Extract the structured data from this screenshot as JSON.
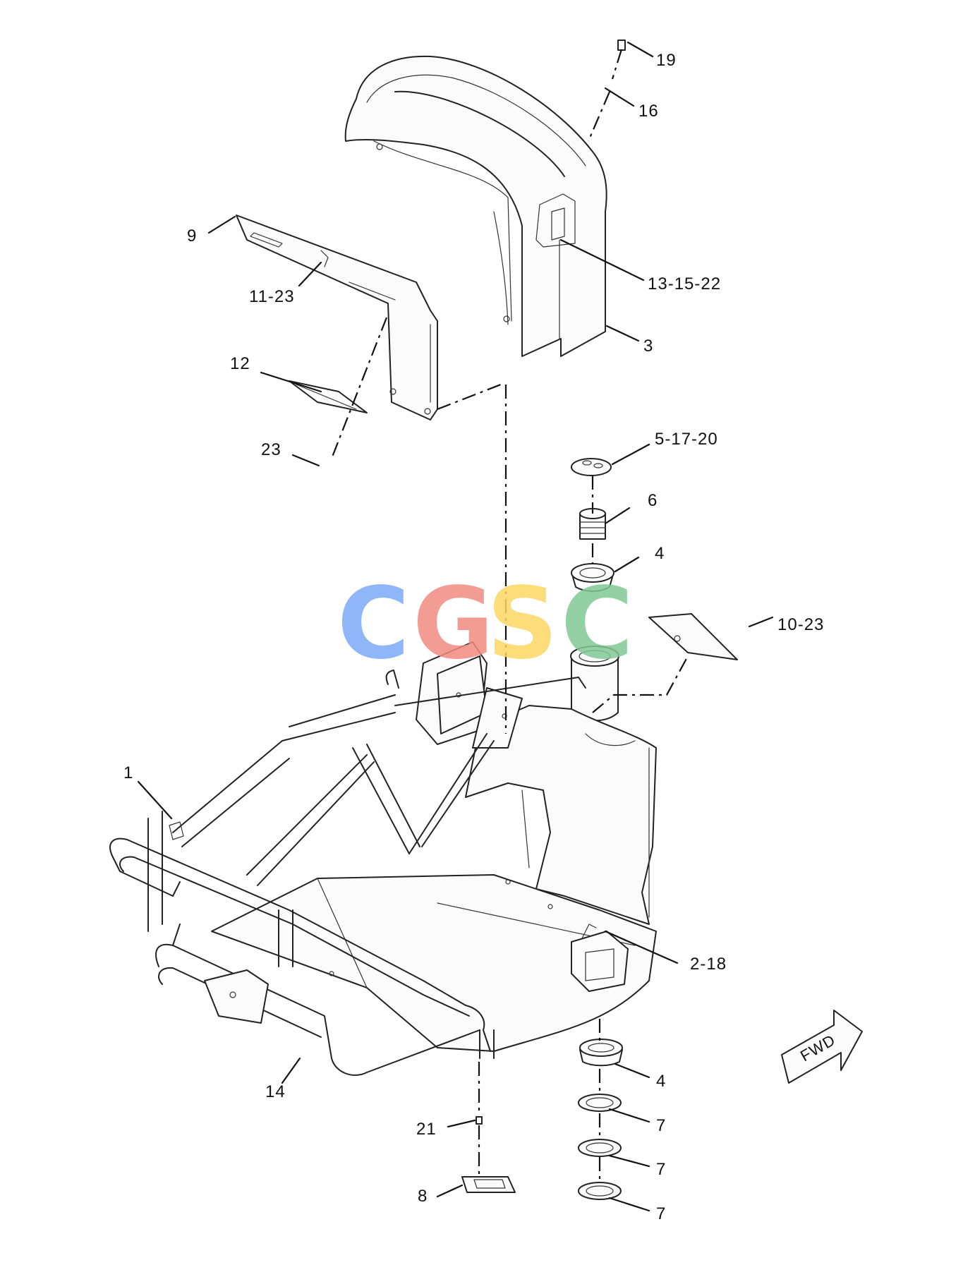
{
  "watermark": {
    "letters": [
      "C",
      "G",
      "S",
      "C"
    ],
    "colors": [
      "#7baaf7",
      "#f28b82",
      "#fdd663",
      "#81c995"
    ]
  },
  "fwd_label": "FWD",
  "labels": {
    "l19": "19",
    "l16": "16",
    "l9": "9",
    "l13": "13-15-22",
    "l11": "11-23",
    "l3": "3",
    "l12": "12",
    "l23": "23",
    "l5": "5-17-20",
    "l6": "6",
    "l4a": "4",
    "l10": "10-23",
    "l1": "1",
    "l2": "2-18",
    "l14": "14",
    "l4b": "4",
    "l7a": "7",
    "l21": "21",
    "l7b": "7",
    "l8": "8",
    "l7c": "7"
  }
}
